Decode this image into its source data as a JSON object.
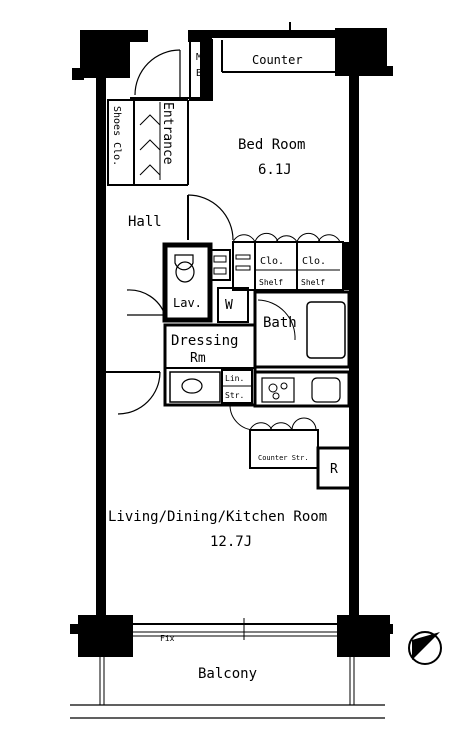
{
  "rooms": {
    "counter": "Counter",
    "mb_top": "M",
    "mb_bottom": "B",
    "shoes": "Shoes Clo.",
    "entrance": "Entrance",
    "bedroom": "Bed Room",
    "bedroom_size": "6.1J",
    "hall": "Hall",
    "clo1": "Clo.",
    "shelf1": "Shelf",
    "clo2": "Clo.",
    "shelf2": "Shelf",
    "lav": "Lav.",
    "w": "W",
    "bath": "Bath",
    "dressing_1": "Dressing",
    "dressing_2": "Rm",
    "lin": "Lin.",
    "str": "Str.",
    "counter_str": "Counter Str.",
    "r": "R",
    "ldk": "Living/Dining/Kitchen Room",
    "ldk_size": "12.7J",
    "fix": "Fix",
    "balcony": "Balcony"
  },
  "icons": {
    "compass": "north-arrow-icon"
  }
}
